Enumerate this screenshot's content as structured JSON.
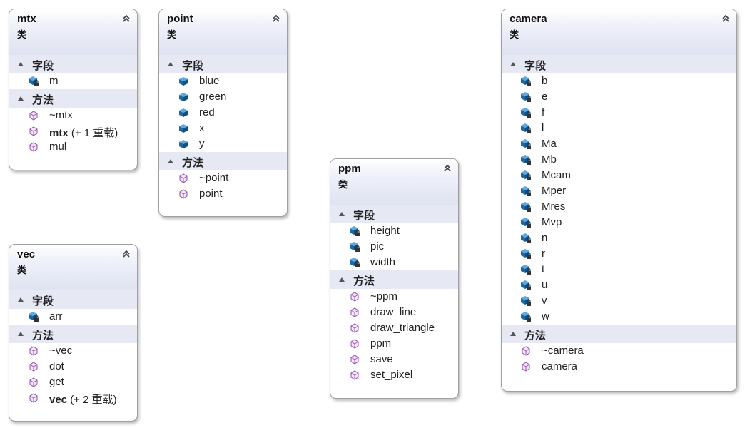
{
  "classes": {
    "mtx": {
      "name": "mtx",
      "kind": "类",
      "fields_label": "字段",
      "methods_label": "方法",
      "fields": [
        {
          "label": "m",
          "icon": "private-field-icon"
        }
      ],
      "methods": [
        {
          "label": "~mtx",
          "suffix": "",
          "icon": "method-icon"
        },
        {
          "label": "mtx",
          "suffix": " (+ 1 重载)",
          "icon": "method-icon"
        },
        {
          "label": "mul",
          "suffix": "",
          "icon": "method-icon"
        }
      ]
    },
    "point": {
      "name": "point",
      "kind": "类",
      "fields_label": "字段",
      "methods_label": "方法",
      "fields": [
        {
          "label": "blue",
          "icon": "public-field-icon"
        },
        {
          "label": "green",
          "icon": "public-field-icon"
        },
        {
          "label": "red",
          "icon": "public-field-icon"
        },
        {
          "label": "x",
          "icon": "public-field-icon"
        },
        {
          "label": "y",
          "icon": "public-field-icon"
        }
      ],
      "methods": [
        {
          "label": "~point",
          "suffix": "",
          "icon": "method-icon"
        },
        {
          "label": "point",
          "suffix": "",
          "icon": "method-icon"
        }
      ]
    },
    "vec": {
      "name": "vec",
      "kind": "类",
      "fields_label": "字段",
      "methods_label": "方法",
      "fields": [
        {
          "label": "arr",
          "icon": "private-field-icon"
        }
      ],
      "methods": [
        {
          "label": "~vec",
          "suffix": "",
          "icon": "method-icon"
        },
        {
          "label": "dot",
          "suffix": "",
          "icon": "method-icon"
        },
        {
          "label": "get",
          "suffix": "",
          "icon": "method-icon"
        },
        {
          "label": "vec",
          "suffix": " (+ 2 重载)",
          "icon": "method-icon"
        }
      ]
    },
    "ppm": {
      "name": "ppm",
      "kind": "类",
      "fields_label": "字段",
      "methods_label": "方法",
      "fields": [
        {
          "label": "height",
          "icon": "private-field-icon"
        },
        {
          "label": "pic",
          "icon": "private-field-icon"
        },
        {
          "label": "width",
          "icon": "private-field-icon"
        }
      ],
      "methods": [
        {
          "label": "~ppm",
          "suffix": "",
          "icon": "method-icon"
        },
        {
          "label": "draw_line",
          "suffix": "",
          "icon": "method-icon"
        },
        {
          "label": "draw_triangle",
          "suffix": "",
          "icon": "method-icon"
        },
        {
          "label": "ppm",
          "suffix": "",
          "icon": "method-icon"
        },
        {
          "label": "save",
          "suffix": "",
          "icon": "method-icon"
        },
        {
          "label": "set_pixel",
          "suffix": "",
          "icon": "method-icon"
        }
      ]
    },
    "camera": {
      "name": "camera",
      "kind": "类",
      "fields_label": "字段",
      "methods_label": "方法",
      "fields": [
        {
          "label": "b",
          "icon": "private-field-icon"
        },
        {
          "label": "e",
          "icon": "private-field-icon"
        },
        {
          "label": "f",
          "icon": "private-field-icon"
        },
        {
          "label": "l",
          "icon": "private-field-icon"
        },
        {
          "label": "Ma",
          "icon": "private-field-icon"
        },
        {
          "label": "Mb",
          "icon": "private-field-icon"
        },
        {
          "label": "Mcam",
          "icon": "private-field-icon"
        },
        {
          "label": "Mper",
          "icon": "private-field-icon"
        },
        {
          "label": "Mres",
          "icon": "private-field-icon"
        },
        {
          "label": "Mvp",
          "icon": "private-field-icon"
        },
        {
          "label": "n",
          "icon": "private-field-icon"
        },
        {
          "label": "r",
          "icon": "private-field-icon"
        },
        {
          "label": "t",
          "icon": "private-field-icon"
        },
        {
          "label": "u",
          "icon": "private-field-icon"
        },
        {
          "label": "v",
          "icon": "private-field-icon"
        },
        {
          "label": "w",
          "icon": "private-field-icon"
        }
      ],
      "methods": [
        {
          "label": "~camera",
          "suffix": "",
          "icon": "method-icon"
        },
        {
          "label": "camera",
          "suffix": "",
          "icon": "method-icon"
        }
      ]
    }
  },
  "colors": {
    "field": "#1b6aa5",
    "method": "#9b59b6",
    "header_gradient_end": "#dfe3f1",
    "section_bg": "#e6e8f3"
  }
}
